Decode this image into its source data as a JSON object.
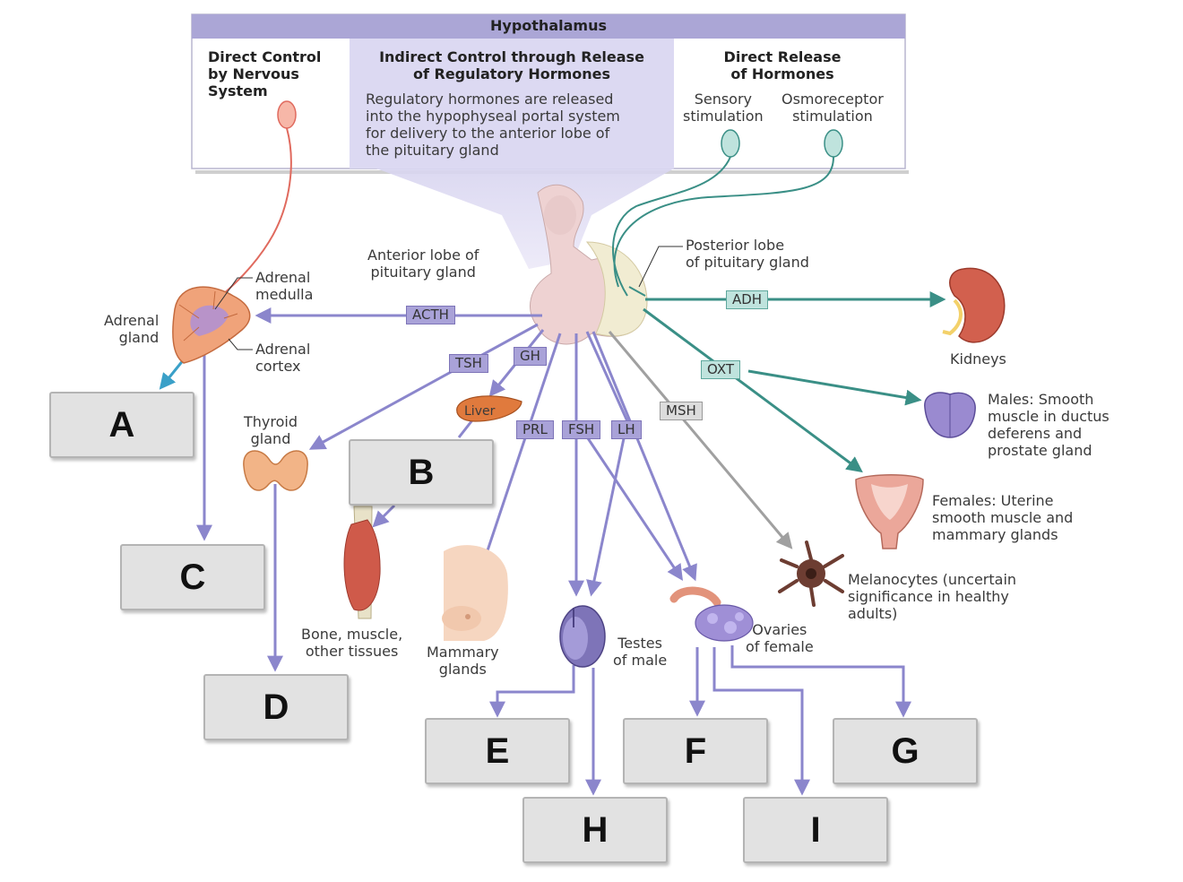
{
  "title": "Hypothalamus",
  "columns": {
    "direct_control": "Direct Control\nby Nervous\nSystem",
    "indirect_control": "Indirect Control through Release\nof Regulatory Hormones",
    "indirect_description": "Regulatory hormones are released\ninto the hypophyseal portal system\nfor delivery to the anterior lobe of\nthe pituitary gland",
    "direct_release": "Direct Release\nof Hormones",
    "sensory": "Sensory\nstimulation",
    "osmoreceptor": "Osmoreceptor\nstimulation"
  },
  "labels": {
    "anterior_lobe": "Anterior lobe of\npituitary gland",
    "posterior_lobe": "Posterior lobe\nof pituitary gland",
    "adrenal_medulla": "Adrenal\nmedulla",
    "adrenal_gland": "Adrenal\ngland",
    "adrenal_cortex": "Adrenal\ncortex",
    "thyroid_gland": "Thyroid\ngland",
    "liver": "Liver",
    "bone_muscle": "Bone, muscle,\nother tissues",
    "mammary": "Mammary\nglands",
    "testes": "Testes\nof male",
    "ovaries": "Ovaries\nof female",
    "kidneys": "Kidneys",
    "males": "Males: Smooth\nmuscle in ductus\ndeferens and\nprostate gland",
    "females": "Females: Uterine\nsmooth muscle and\nmammary glands",
    "melanocytes": "Melanocytes (uncertain\nsignificance in healthy\nadults)"
  },
  "hormones": {
    "acth": "ACTH",
    "tsh": "TSH",
    "gh": "GH",
    "prl": "PRL",
    "fsh": "FSH",
    "lh": "LH",
    "msh": "MSH",
    "adh": "ADH",
    "oxt": "OXT"
  },
  "answer_boxes": [
    "A",
    "B",
    "C",
    "D",
    "E",
    "F",
    "G",
    "H",
    "I"
  ],
  "colors": {
    "purple_arrow": "#8b86cc",
    "teal_arrow": "#3a8f86",
    "red_nerve": "#e06a5e",
    "gray_arrow": "#a0a0a0",
    "header_bar": "#aba6d6",
    "indirect_panel": "#dcd9f2"
  }
}
